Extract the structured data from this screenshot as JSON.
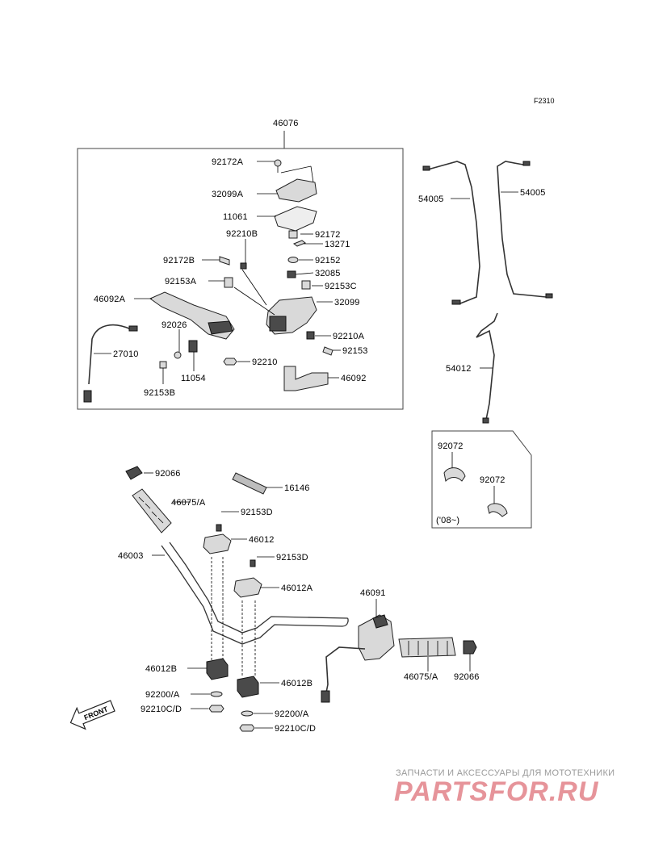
{
  "figure_code": "F2310",
  "assembly_label": "46076",
  "labels": {
    "l92172A": "92172A",
    "l32099A": "32099A",
    "l11061": "11061",
    "l92210B": "92210B",
    "l92172": "92172",
    "l13271": "13271",
    "l92172B": "92172B",
    "l92152": "92152",
    "l32085": "32085",
    "l92153A": "92153A",
    "l92153C": "92153C",
    "l46092A": "46092A",
    "l32099": "32099",
    "l92026": "92026",
    "l92210A": "92210A",
    "l27010": "27010",
    "l92153": "92153",
    "l92210": "92210",
    "l11054": "11054",
    "l46092": "46092",
    "l92153B": "92153B",
    "l54005L": "54005",
    "l54005R": "54005",
    "l54012": "54012",
    "l92072a": "92072",
    "l92072b": "92072",
    "year_note": "('08~)",
    "l92066L": "92066",
    "l16146": "16146",
    "l46075A": "46075/A",
    "l92153D1": "92153D",
    "l46012": "46012",
    "l46003": "46003",
    "l92153D2": "92153D",
    "l46012A": "46012A",
    "l46091": "46091",
    "l46012B_L": "46012B",
    "l46012B_R": "46012B",
    "l46075A_R": "46075/A",
    "l92066R": "92066",
    "l92200A_L": "92200/A",
    "l92210CD_L": "92210C/D",
    "l92200A_R": "92200/A",
    "l92210CD_R": "92210C/D"
  },
  "front_arrow": "FRONT",
  "watermark": {
    "caption": "ЗАПЧАСТИ И АКСЕССУАРЫ ДЛЯ МОТОТЕХНИКИ",
    "logo": "PARTSFOR.RU"
  }
}
